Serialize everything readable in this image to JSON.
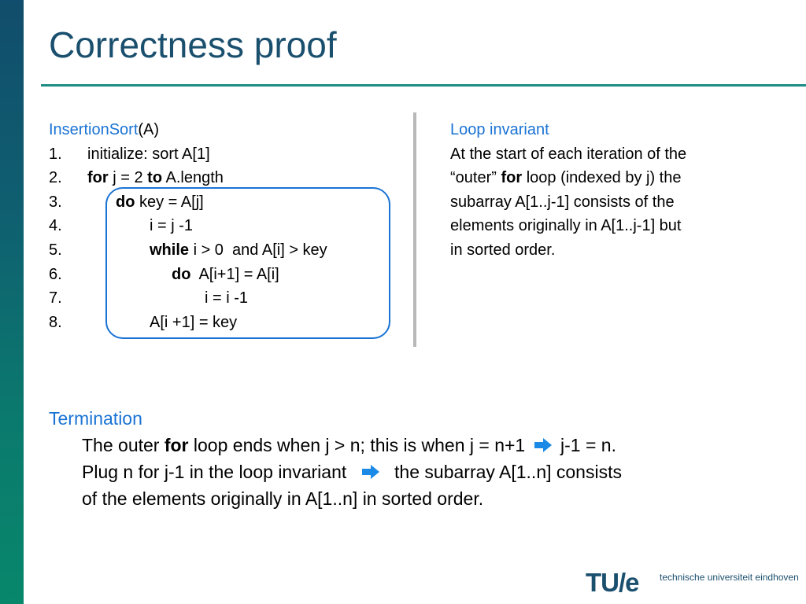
{
  "slide": {
    "title": "Correctness proof"
  },
  "algorithm": {
    "name": "InsertionSort",
    "param": "(A)",
    "lines": [
      {
        "num": "1.",
        "kw": "",
        "text": "initialize: sort A[1]"
      },
      {
        "num": "2.",
        "kw": "for",
        "text": " j = 2 ",
        "kw2": "to",
        "text2": " A.length"
      },
      {
        "num": "3.",
        "kw": "do",
        "text": " key = A[j]"
      },
      {
        "num": "4.",
        "kw": "",
        "text": "i = j -1"
      },
      {
        "num": "5.",
        "kw": "while",
        "text": " i > 0  and A[i] > key"
      },
      {
        "num": "6.",
        "kw": "do",
        "text": "  A[i+1] = A[i]"
      },
      {
        "num": "7.",
        "kw": "",
        "text": "i = i -1"
      },
      {
        "num": "8.",
        "kw": "",
        "text": "A[i +1] = key"
      }
    ]
  },
  "invariant": {
    "heading": "Loop invariant",
    "line1": "At the start of each iteration of the",
    "line2_pre": "“outer” ",
    "line2_kw": "for",
    "line2_post": " loop (indexed by j) the",
    "line3": "subarray A[1..j-1] consists of the",
    "line4": "elements originally in A[1..j-1] but",
    "line5": "in sorted order."
  },
  "termination": {
    "heading": "Termination",
    "l1_pre": "The outer ",
    "l1_kw": "for",
    "l1_mid": " loop ends when j > n; this is when j = n+1",
    "l1_post": " j-1 = n.",
    "l2_pre": "Plug n for j-1 in the loop invariant",
    "l2_post": " the subarray A[1..n] consists",
    "l3": "of the elements originally in A[1..n] in sorted order."
  },
  "logo": {
    "mark": "TU/e",
    "text": "technische universiteit eindhoven"
  },
  "colors": {
    "title": "#1a4f6e",
    "accent_blue": "#1a73d4",
    "rule": "#1f8c86",
    "arrow": "#1a8ae6"
  },
  "icons": {
    "implies_arrow": "right-arrow-icon"
  }
}
